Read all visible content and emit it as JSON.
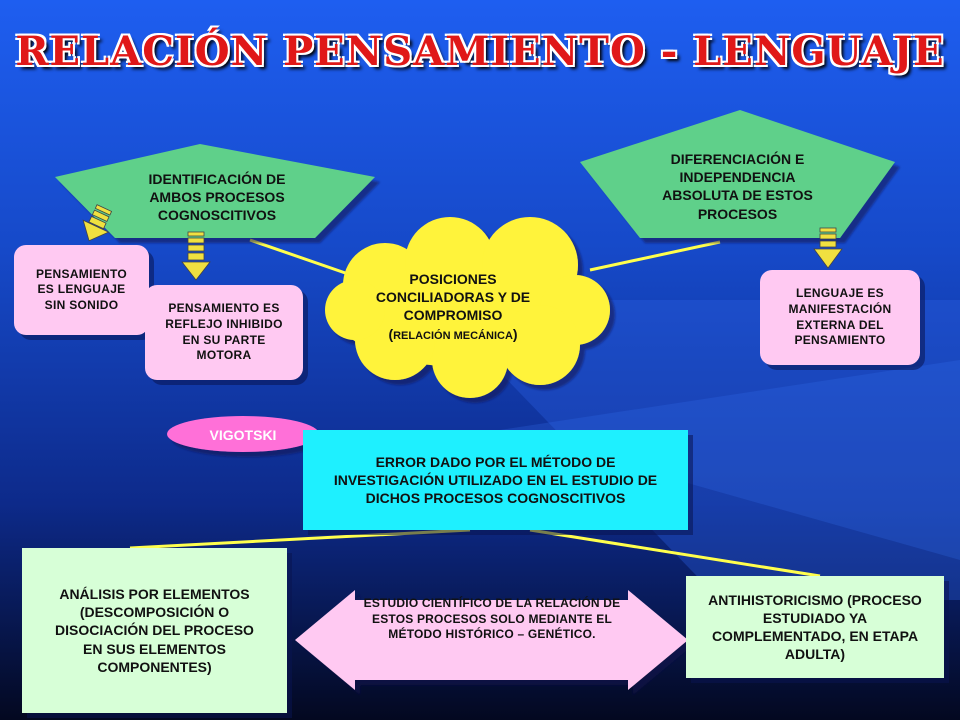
{
  "title": "RELACIÓN PENSAMIENTO - LENGUAJE",
  "colors": {
    "background_top": "#1e5ef0",
    "background_bottom": "#030820",
    "title": "#e01818",
    "pentagon": "#5fd08a",
    "pink_box": "#ffc9f2",
    "cloud": "#fff33a",
    "cyan_box": "#1ef0ff",
    "green_box": "#d7ffd7",
    "connector": "#ffff4d",
    "arrow": "#f0e040"
  },
  "identificacion": "IDENTIFICACIÓN DE AMBOS PROCESOS COGNOSCITIVOS",
  "diferenciacion": "DIFERENCIACIÓN E INDEPENDENCIA ABSOLUTA DE ESTOS PROCESOS",
  "pensamiento_lenguaje": "PENSAMIENTO ES LENGUAJE SIN SONIDO",
  "pensamiento_reflejo": "PENSAMIENTO ES REFLEJO INHIBIDO EN SU PARTE MOTORA",
  "lenguaje_manifestacion": "LENGUAJE ES MANIFESTACIÓN EXTERNA DEL PENSAMIENTO",
  "posiciones": {
    "main": "POSICIONES CONCILIADORAS Y DE COMPROMISO",
    "paren_open": "(",
    "small": "RELACIÓN MECÁNICA",
    "paren_close": ")"
  },
  "vigotski": "VIGOTSKI",
  "error": "ERROR DADO POR EL MÉTODO DE INVESTIGACIÓN UTILIZADO EN EL ESTUDIO DE DICHOS PROCESOS COGNOSCITIVOS",
  "analisis": "ANÁLISIS POR ELEMENTOS (DESCOMPOSICIÓN O DISOCIACIÓN DEL PROCESO EN SUS ELEMENTOS COMPONENTES)",
  "estudio": "ESTUDIO CIENTÍFICO DE LA RELACIÓN DE ESTOS PROCESOS SOLO MEDIANTE EL MÉTODO HISTÓRICO – GENÉTICO.",
  "antihistoricismo": "ANTIHISTORICISMO (PROCESO ESTUDIADO YA COMPLEMENTADO, EN ETAPA ADULTA)"
}
